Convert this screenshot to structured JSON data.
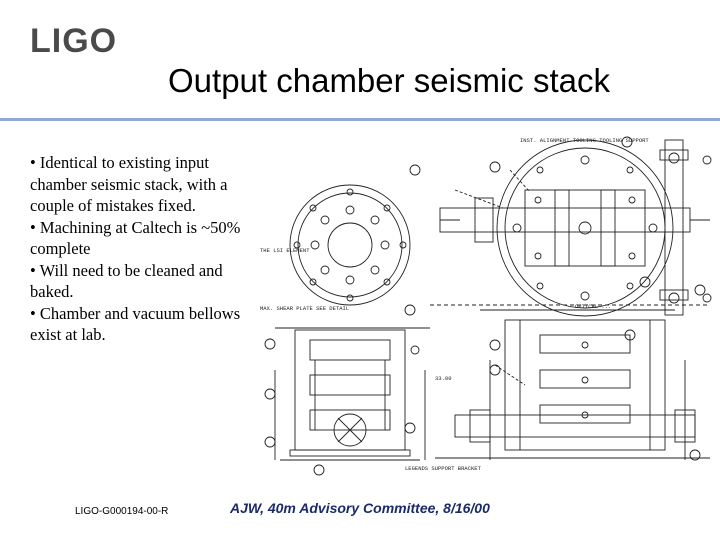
{
  "logo": "LIGO",
  "title": "Output chamber seismic stack",
  "bullets": [
    "• Identical to existing input chamber seismic stack, with a couple of mistakes fixed.",
    "• Machining at Caltech is ~50% complete",
    "• Will need to be cleaned and baked.",
    "• Chamber and vacuum bellows exist at lab."
  ],
  "drawing": {
    "labels": {
      "top_note": "INST. ALIGNMENT TOOLING TOOLING SUPPORT",
      "element": "THE LSI ELEMENT",
      "optical": "OPTICAL ...",
      "dim": "33.00",
      "left_note": "MAX. SHEAR PLATE SEE DETAIL",
      "bottom_note": "LEGENDS SUPPORT BRACKET"
    }
  },
  "footer": {
    "doc_id": "LIGO-G000194-00-R",
    "credit": "AJW, 40m Advisory Committee, 8/16/00"
  }
}
